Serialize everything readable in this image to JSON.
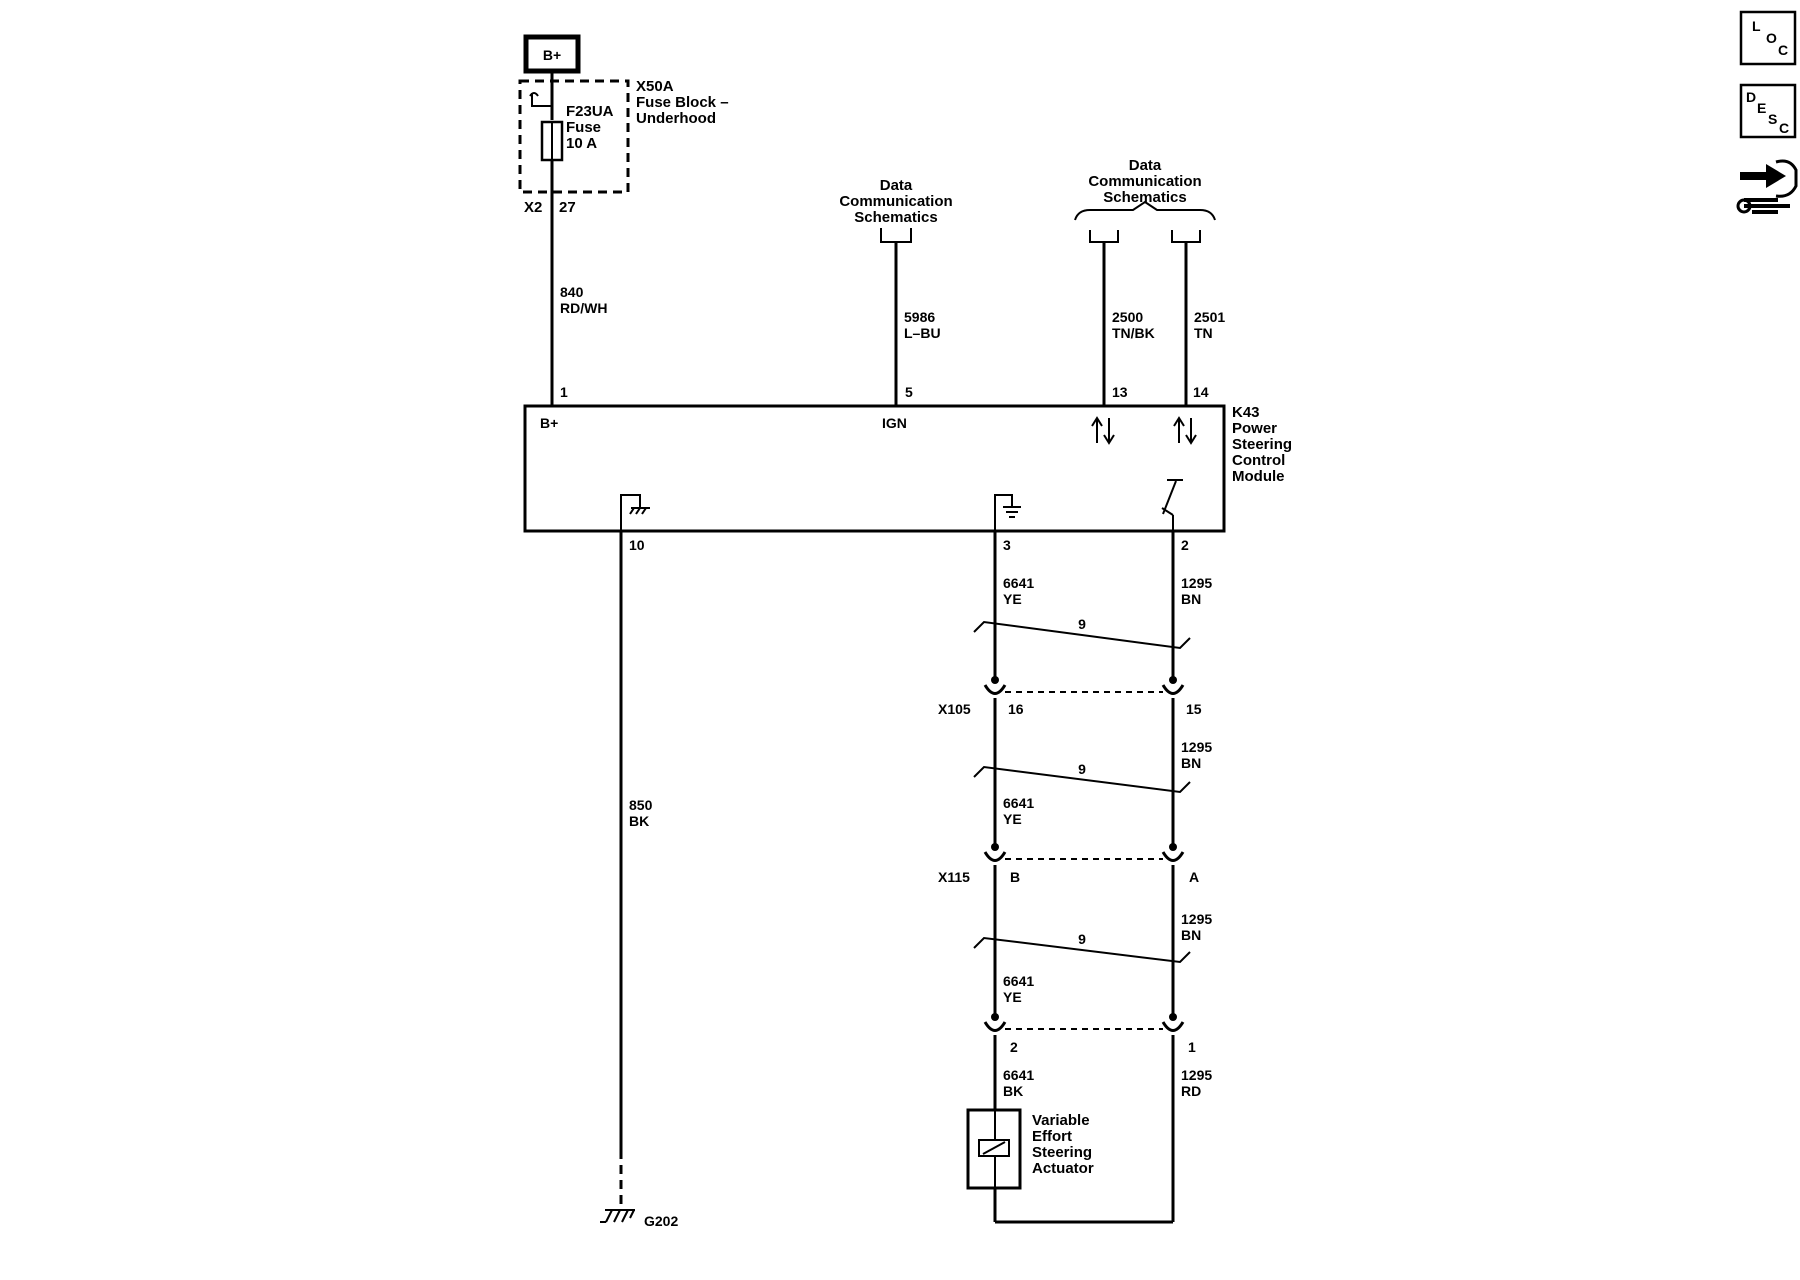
{
  "power": {
    "label": "B+"
  },
  "fuse_block": {
    "name": "X50A",
    "desc1": "Fuse Block –",
    "desc2": "Underhood",
    "fuse_name": "F23UA",
    "fuse_word": "Fuse",
    "fuse_rating": "10 A",
    "connector": "X2",
    "pin": "27"
  },
  "wires": {
    "b_plus": {
      "circuit": "840",
      "color": "RD/WH"
    },
    "ign": {
      "circuit": "5986",
      "color": "L–BU"
    },
    "data_hi": {
      "circuit": "2500",
      "color": "TN/BK"
    },
    "data_lo": {
      "circuit": "2501",
      "color": "TN"
    },
    "ground": {
      "circuit": "850",
      "color": "BK"
    },
    "low_ref_1": {
      "circuit": "6641",
      "color": "YE"
    },
    "low_ref_2": {
      "circuit": "6641",
      "color": "YE"
    },
    "low_ref_3": {
      "circuit": "6641",
      "color": "YE"
    },
    "low_ref_4": {
      "circuit": "6641",
      "color": "BK"
    },
    "control_1": {
      "circuit": "1295",
      "color": "BN"
    },
    "control_2": {
      "circuit": "1295",
      "color": "BN"
    },
    "control_3": {
      "circuit": "1295",
      "color": "BN"
    },
    "control_4": {
      "circuit": "1295",
      "color": "RD"
    }
  },
  "references": {
    "data_single": [
      "Data",
      "Communication",
      "Schematics"
    ],
    "data_pair": [
      "Data",
      "Communication",
      "Schematics"
    ]
  },
  "module": {
    "name": [
      "K43",
      "Power",
      "Steering",
      "Control",
      "Module"
    ],
    "pins_top": {
      "b_plus": "1",
      "ign": "5",
      "data_hi": "13",
      "data_lo": "14"
    },
    "pins_bottom": {
      "ground": "10",
      "low_ref": "3",
      "control": "2"
    },
    "inner_labels": {
      "b_plus": "B+",
      "ign": "IGN"
    }
  },
  "twisted_pair_label": "9",
  "connectors": {
    "x105": {
      "name": "X105",
      "pin_left": "16",
      "pin_right": "15"
    },
    "x115": {
      "name": "X115",
      "pin_left": "B",
      "pin_right": "A"
    },
    "actuator_conn": {
      "pin_left": "2",
      "pin_right": "1"
    }
  },
  "actuator": {
    "name": [
      "Variable",
      "Effort",
      "Steering",
      "Actuator"
    ]
  },
  "ground_point": {
    "name": "G202"
  },
  "side_icons": {
    "loc": {
      "letters": [
        "L",
        "O",
        "C"
      ]
    },
    "desc": {
      "letters": [
        "D",
        "E",
        "S",
        "C"
      ]
    },
    "repair": {
      "icon": "repair-hand-wrench-icon"
    }
  }
}
